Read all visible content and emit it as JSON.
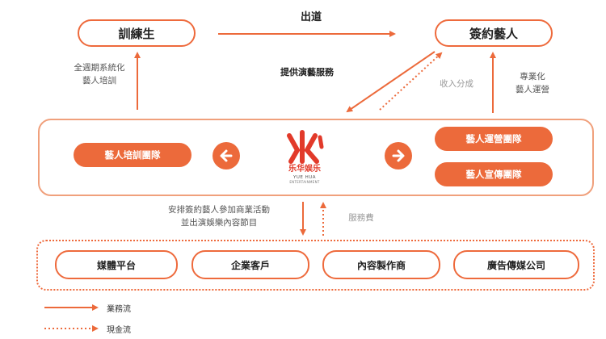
{
  "nodes": {
    "trainee": "訓練生",
    "signed_artist": "簽約藝人",
    "artist_training_team": "藝人培訓團隊",
    "artist_operation_team": "藝人運營團隊",
    "artist_promotion_team": "藝人宣傳團隊",
    "media_platform": "媒體平台",
    "corporate_client": "企業客戶",
    "content_producer": "內容製作商",
    "advertising_media_company": "廣告傳媒公司"
  },
  "logo": {
    "chinese": "乐华娱乐",
    "english": "YUE HUA",
    "sub": "ENTERTAINMENT"
  },
  "labels": {
    "debut": "出道",
    "training_line1": "全週期系統化",
    "training_line2": "藝人培訓",
    "provide_services": "提供演藝服務",
    "revenue_share": "收入分成",
    "pro_line1": "專業化",
    "pro_line2": "藝人運營",
    "arrange_line1": "安排簽約藝人參加商業活動",
    "arrange_line2": "並出演娛樂內容節目",
    "service_fee": "服務費"
  },
  "legend": {
    "business_flow": "業務流",
    "cash_flow": "現金流"
  },
  "colors": {
    "accent": "#ec6a3b",
    "border_light": "#f0a07c",
    "text": "#222222",
    "muted": "#999999"
  }
}
